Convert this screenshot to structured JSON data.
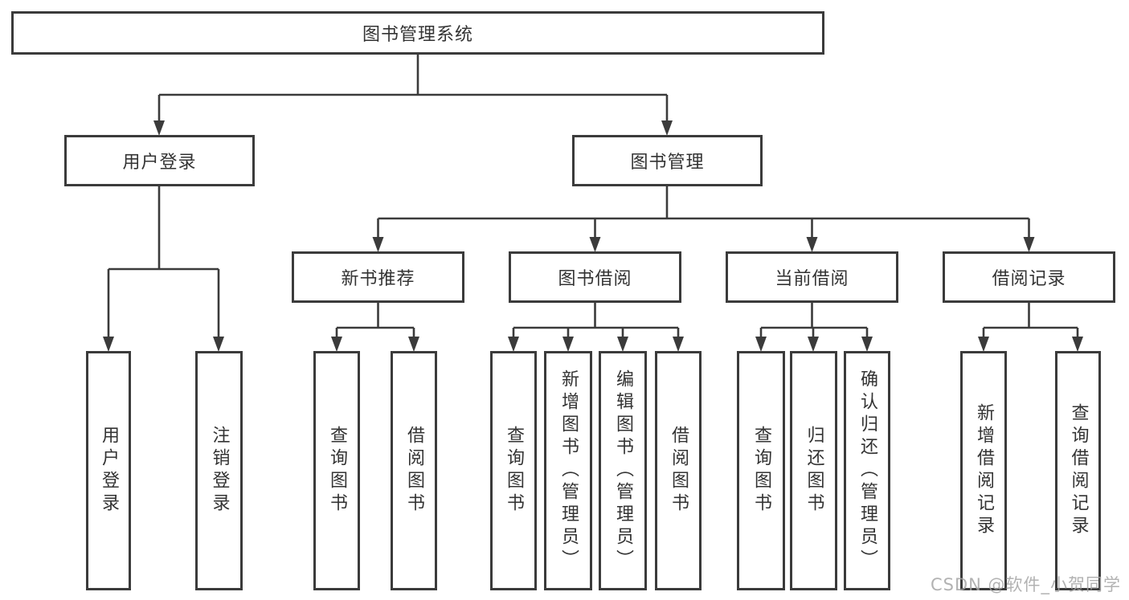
{
  "style": {
    "line_color": "#3b3b3b",
    "border_color": "#3b3b3b",
    "text_color": "#333333",
    "watermark_color": "#a5a5a5",
    "background": "#ffffff"
  },
  "watermark": {
    "text": "CSDN @软件_小贺同学"
  },
  "diagram": {
    "root": {
      "label": "图书管理系统"
    },
    "branches": [
      {
        "label": "用户登录",
        "children": [
          {
            "label": "用户登录"
          },
          {
            "label": "注销登录"
          }
        ]
      },
      {
        "label": "图书管理",
        "children": [
          {
            "label": "新书推荐",
            "children": [
              {
                "label": "查询图书"
              },
              {
                "label": "借阅图书"
              }
            ]
          },
          {
            "label": "图书借阅",
            "children": [
              {
                "label": "查询图书"
              },
              {
                "label": "新增图书（管理员）"
              },
              {
                "label": "编辑图书（管理员）"
              },
              {
                "label": "借阅图书"
              }
            ]
          },
          {
            "label": "当前借阅",
            "children": [
              {
                "label": "查询图书"
              },
              {
                "label": "归还图书"
              },
              {
                "label": "确认归还（管理员）"
              }
            ]
          },
          {
            "label": "借阅记录",
            "children": [
              {
                "label": "新增借阅记录"
              },
              {
                "label": "查询借阅记录"
              }
            ]
          }
        ]
      }
    ]
  }
}
